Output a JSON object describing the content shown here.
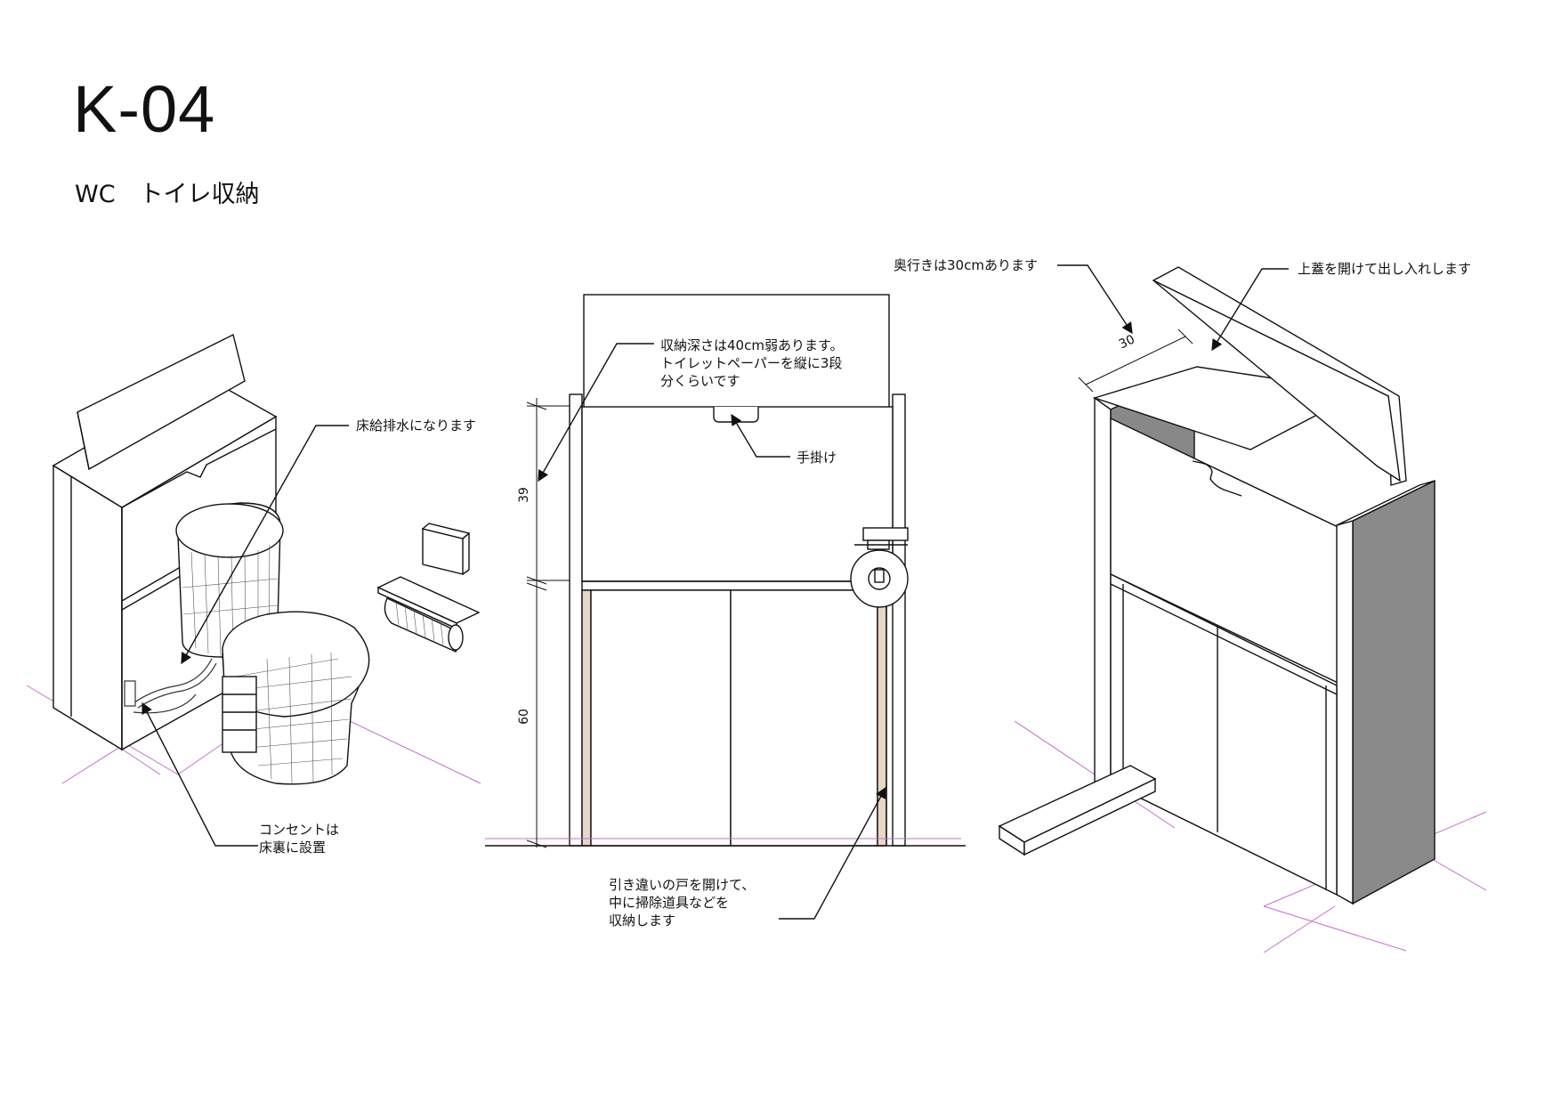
{
  "header": {
    "code": "K-04",
    "subtitle": "WC　トイレ収納"
  },
  "notes": {
    "floor_drain": "床給排水になります",
    "outlet": "コンセントは\n床裏に設置",
    "depth": "収納深さは40cm弱あります。\nトイレットペーパーを縦に3段\n分くらいです",
    "handle": "手掛け",
    "sliding_doors": "引き違いの戸を開けて、\n中に掃除道具などを\n収納します",
    "depth_30": "奥行きは30cmあります",
    "lid": "上蓋を開けて出し入れします"
  },
  "dimensions": {
    "upper": "39",
    "lower": "60",
    "depth": "30"
  },
  "colors": {
    "line": "#111111",
    "floor_guide": "#c86bd0",
    "shade": "#8a8a8a",
    "door_edge": "#d9c8b4"
  }
}
